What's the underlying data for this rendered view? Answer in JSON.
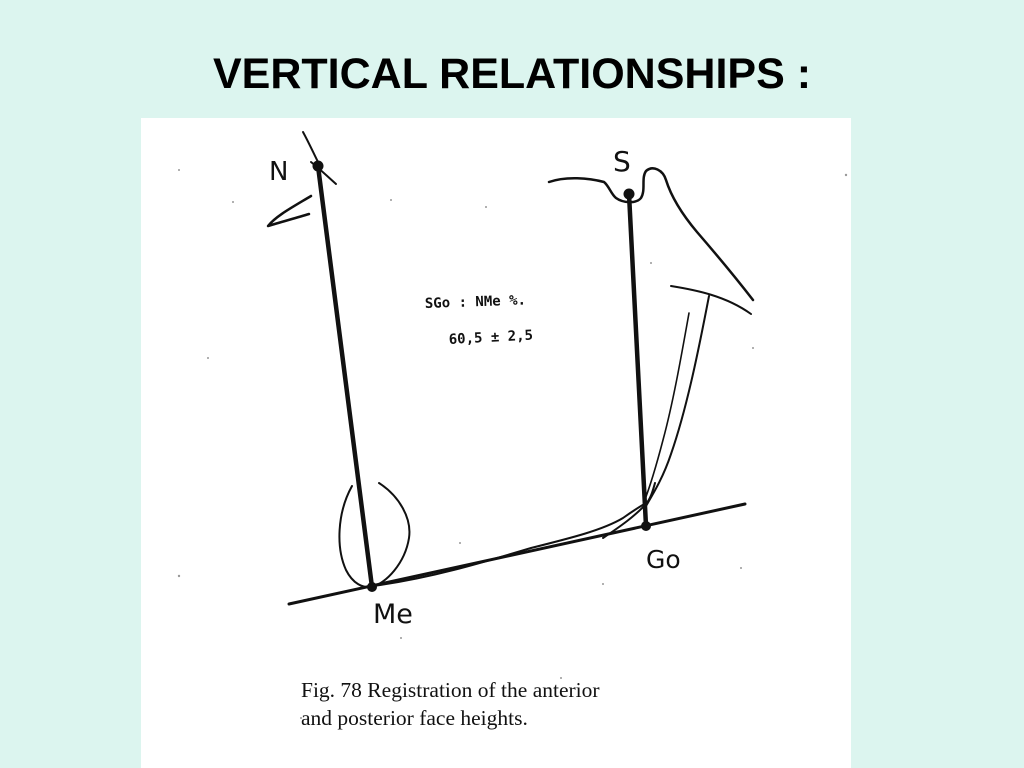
{
  "slide": {
    "title": "VERTICAL RELATIONSHIPS :"
  },
  "diagram": {
    "labels": {
      "nasion": "N",
      "sella": "S",
      "menton": "Me",
      "gonion": "Go"
    },
    "note": {
      "line1": "SGo : NMe %.",
      "line2": "60,5 ± 2,5"
    }
  },
  "caption": {
    "line1": "Fig. 78 Registration of the anterior",
    "line2": "and posterior face heights."
  },
  "colors": {
    "background": "#dcf5ef",
    "figure_background": "#ffffff",
    "ink": "#111111"
  }
}
